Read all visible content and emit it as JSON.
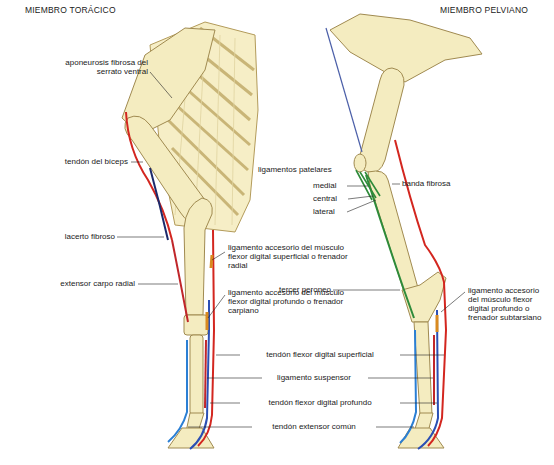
{
  "diagram": {
    "labels": [
      "MIEMBRO TORÁCICO",
      "MIEMBRO PELVIANO",
      "aponeurosis fibrosa del serrato ventral",
      "tendón del bíceps",
      "lacerto fibroso",
      "extensor carpo radial",
      "ligamento accesorio del músculo flexor digital superficial o frenador radial",
      "ligamento accesorio del músculo flexor digital profundo o frenador carpiano",
      "tendón flexor digital superficial",
      "ligamento suspensor",
      "tendón flexor digital profundo",
      "tendón extensor común",
      "ligamentos patelares",
      "medial",
      "central",
      "lateral",
      "banda fibrosa",
      "tercer peroneo",
      "ligamento accesorio del músculo flexor digital profundo o frenador subtarsiano"
    ]
  }
}
